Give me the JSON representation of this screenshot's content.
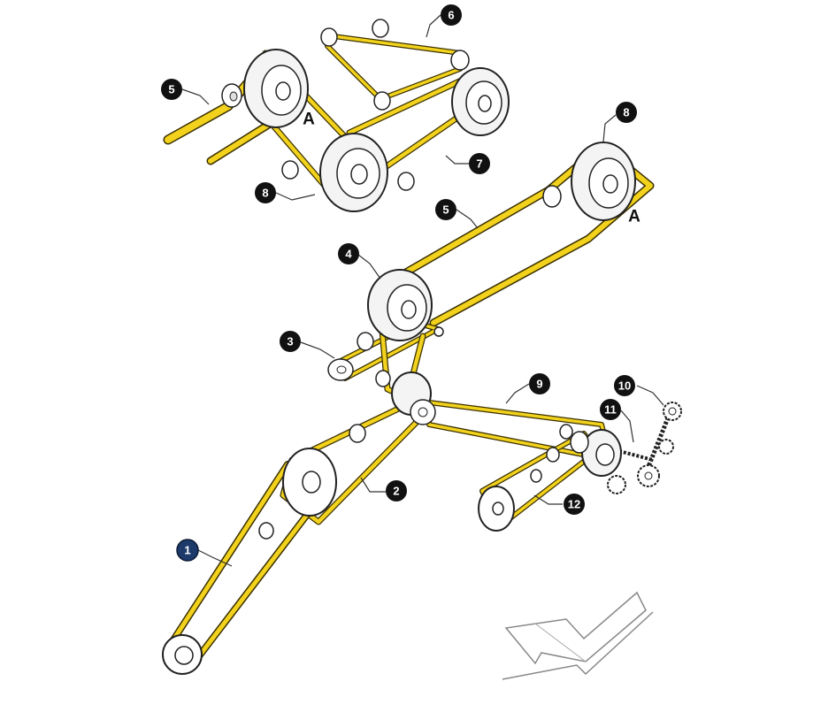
{
  "diagram": {
    "callouts": [
      {
        "id": "c1",
        "label": "1",
        "style": "highlight"
      },
      {
        "id": "c2",
        "label": "2",
        "style": "normal"
      },
      {
        "id": "c3",
        "label": "3",
        "style": "normal"
      },
      {
        "id": "c4",
        "label": "4",
        "style": "normal"
      },
      {
        "id": "c5a",
        "label": "5",
        "style": "normal"
      },
      {
        "id": "c5b",
        "label": "5",
        "style": "normal"
      },
      {
        "id": "c6",
        "label": "6",
        "style": "normal"
      },
      {
        "id": "c7",
        "label": "7",
        "style": "normal"
      },
      {
        "id": "c8a",
        "label": "8",
        "style": "normal"
      },
      {
        "id": "c8b",
        "label": "8",
        "style": "normal"
      },
      {
        "id": "c9",
        "label": "9",
        "style": "normal"
      },
      {
        "id": "c10",
        "label": "10",
        "style": "normal"
      },
      {
        "id": "c11",
        "label": "11",
        "style": "normal"
      },
      {
        "id": "c12",
        "label": "12",
        "style": "normal"
      }
    ],
    "section_labels": [
      {
        "id": "a-top",
        "label": "A"
      },
      {
        "id": "a-main",
        "label": "A"
      }
    ],
    "colors": {
      "belt": "#f2d21c",
      "belt_edge": "#3a3000",
      "pulley_fill": "#f4f4f4",
      "pulley_edge": "#222222",
      "callout": "#111111",
      "callout_highlight": "#1d3a6b",
      "arrow_outline": "#888888"
    },
    "icons": [
      "direction-arrow-icon"
    ]
  }
}
